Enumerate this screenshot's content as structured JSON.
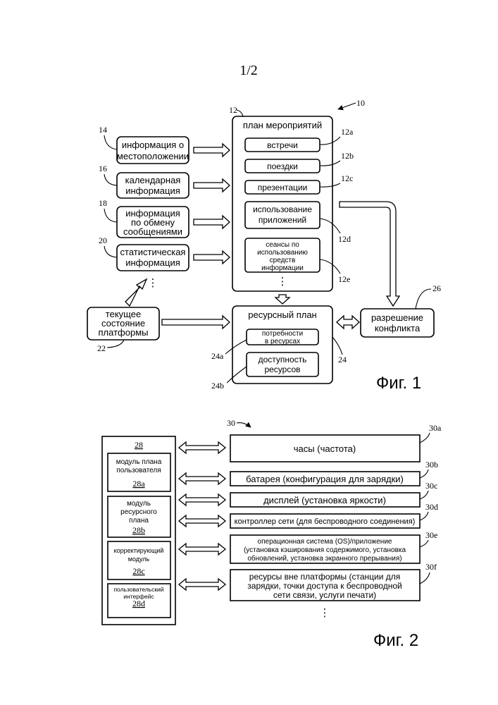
{
  "page_number": "1/2",
  "fig1": {
    "caption": "Фиг. 1",
    "ref_main": "10",
    "event_plan": {
      "ref": "12",
      "title": "план мероприятий",
      "items": [
        {
          "ref": "12a",
          "lines": [
            "встречи"
          ]
        },
        {
          "ref": "12b",
          "lines": [
            "поездки"
          ]
        },
        {
          "ref": "12c",
          "lines": [
            "презентации"
          ]
        },
        {
          "ref": "12d",
          "lines": [
            "использование",
            "приложений"
          ]
        },
        {
          "ref": "12e",
          "lines": [
            "сеансы по",
            "использованию",
            "средств",
            "информации"
          ]
        }
      ]
    },
    "inputs": [
      {
        "ref": "14",
        "lines": [
          "информация о",
          "местоположении"
        ]
      },
      {
        "ref": "16",
        "lines": [
          "календарная",
          "информация"
        ]
      },
      {
        "ref": "18",
        "lines": [
          "информация",
          "по обмену",
          "сообщениями"
        ]
      },
      {
        "ref": "20",
        "lines": [
          "статистическая",
          "информация"
        ]
      }
    ],
    "platform_state": {
      "ref": "22",
      "lines": [
        "текущее",
        "состояние",
        "платформы"
      ]
    },
    "resource_plan": {
      "ref": "24",
      "title": "ресурсный план",
      "items": [
        {
          "ref": "24a",
          "lines": [
            "потребности",
            "в ресурсах"
          ]
        },
        {
          "ref": "24b",
          "lines": [
            "доступность",
            "ресурсов"
          ]
        }
      ]
    },
    "conflict": {
      "ref": "26",
      "lines": [
        "разрешение",
        "конфликта"
      ]
    },
    "ellipsis": "⋮"
  },
  "fig2": {
    "caption": "Фиг. 2",
    "ref_main": "30",
    "module": {
      "ref": "28",
      "items": [
        {
          "lines": [
            "модуль плана",
            "пользователя"
          ],
          "ref": "28a"
        },
        {
          "lines": [
            "модуль",
            "ресурсного",
            "плана"
          ],
          "ref": "28b"
        },
        {
          "lines": [
            "корректирующий",
            "модуль"
          ],
          "ref": "28c"
        },
        {
          "lines": [
            "пользовательский",
            "интерфейс"
          ],
          "ref": "28d"
        }
      ]
    },
    "resources": [
      {
        "ref": "30a",
        "lines": [
          "часы (частота)"
        ]
      },
      {
        "ref": "30b",
        "lines": [
          "батарея (конфигурация для зарядки)"
        ]
      },
      {
        "ref": "30c",
        "lines": [
          "дисплей (установка яркости)"
        ]
      },
      {
        "ref": "30d",
        "lines": [
          "контроллер сети (для беспроводного соединения)"
        ]
      },
      {
        "ref": "30e",
        "lines": [
          "операционная система (OS)/приложение",
          "(установка кэширования содержимого, установка",
          "обновлений, установка экранного прерывания)"
        ]
      },
      {
        "ref": "30f",
        "lines": [
          "ресурсы вне платформы (станции для",
          "зарядки, точки доступа к беспроводной",
          "сети связи, услуги печати)"
        ]
      }
    ],
    "ellipsis": "⋮"
  }
}
